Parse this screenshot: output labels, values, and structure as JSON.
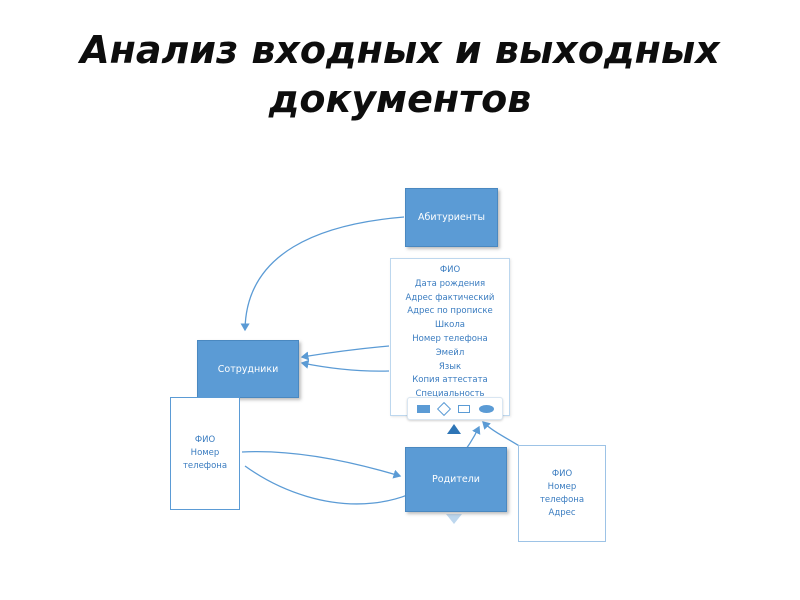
{
  "slide": {
    "title": "Анализ входных и выходных документов"
  },
  "diagram": {
    "entities": {
      "applicants": "Абитуриенты",
      "staff": "Сотрудники",
      "parents": "Родители"
    },
    "applicant_fields": [
      "ФИО",
      "Дата рождения",
      "Адрес фактический",
      "Адрес по прописке",
      "Школа",
      "Номер телефона",
      "Эмейл",
      "Язык",
      "Копия аттестата",
      "Специальность"
    ],
    "staff_fields": [
      "ФИО",
      "Номер телефона"
    ],
    "parent_fields": [
      "ФИО",
      "Номер телефона",
      "Адрес"
    ],
    "shape_palette_icons": [
      "filled-rectangle",
      "diamond",
      "rectangle",
      "oval"
    ],
    "colors": {
      "entity_fill": "#5B9BD5",
      "entity_text": "#FFFFFF",
      "field_text": "#3A7CC0",
      "connector": "#5B9BD5",
      "up_triangle": "#2E75B6",
      "down_triangle": "#BDD7EE"
    }
  }
}
